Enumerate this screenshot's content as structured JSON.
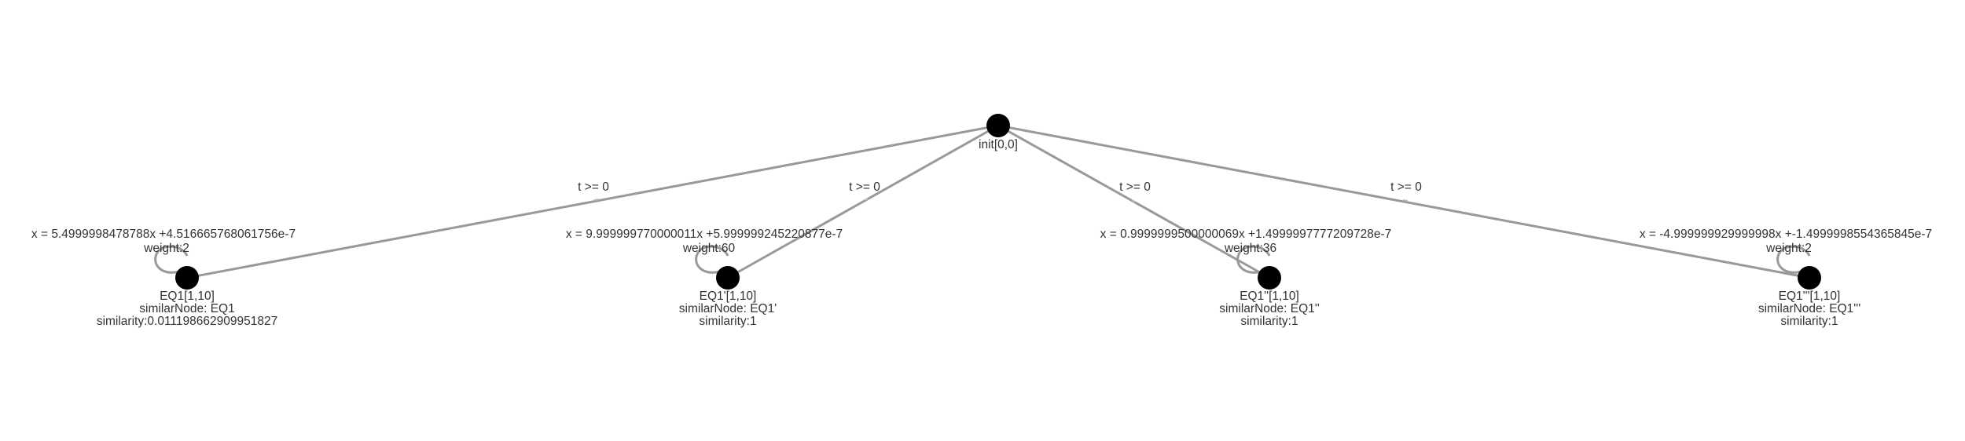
{
  "graph": {
    "root": {
      "label": "init[0,0]"
    },
    "children": [
      {
        "id": "eq1",
        "name": "EQ1[1,10]",
        "equation": "x = 5.4999998478788x +4.516665768061756e-7",
        "weight": "weight:2",
        "similar_node": "similarNode: EQ1",
        "similarity": "similarity:0.011198662909951827",
        "edge_label": "t >= 0"
      },
      {
        "id": "eq1p",
        "name": "EQ1'[1,10]",
        "equation": "x = 9.999999770000011x +5.999999245220877e-7",
        "weight": "weight:60",
        "similar_node": "similarNode: EQ1'",
        "similarity": "similarity:1",
        "edge_label": "t >= 0"
      },
      {
        "id": "eq1pp",
        "name": "EQ1''[1,10]",
        "equation": "x = 0.9999999500000069x +1.4999997777209728e-7",
        "weight": "weight:36",
        "similar_node": "similarNode: EQ1''",
        "similarity": "similarity:1",
        "edge_label": "t >= 0"
      },
      {
        "id": "eq1ppp",
        "name": "EQ1'''[1,10]",
        "equation": "x = -4.999999929999998x +-1.4999998554365845e-7",
        "weight": "weight:2",
        "similar_node": "similarNode: EQ1'''",
        "similarity": "similarity:1",
        "edge_label": "t >= 0"
      }
    ]
  },
  "colors": {
    "edge": "#999999",
    "node": "#000000",
    "text": "#333333"
  }
}
